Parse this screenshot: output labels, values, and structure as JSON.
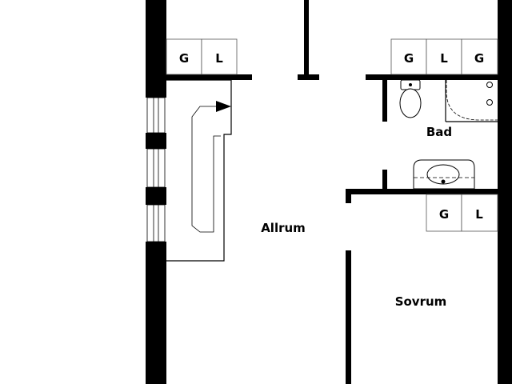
{
  "rooms": {
    "living": "Allrum",
    "bath": "Bad",
    "bedroom": "Sovrum"
  },
  "closets": {
    "living": [
      "G",
      "L"
    ],
    "bath": [
      "G",
      "L",
      "G"
    ],
    "bedroom": [
      "G",
      "L"
    ]
  }
}
